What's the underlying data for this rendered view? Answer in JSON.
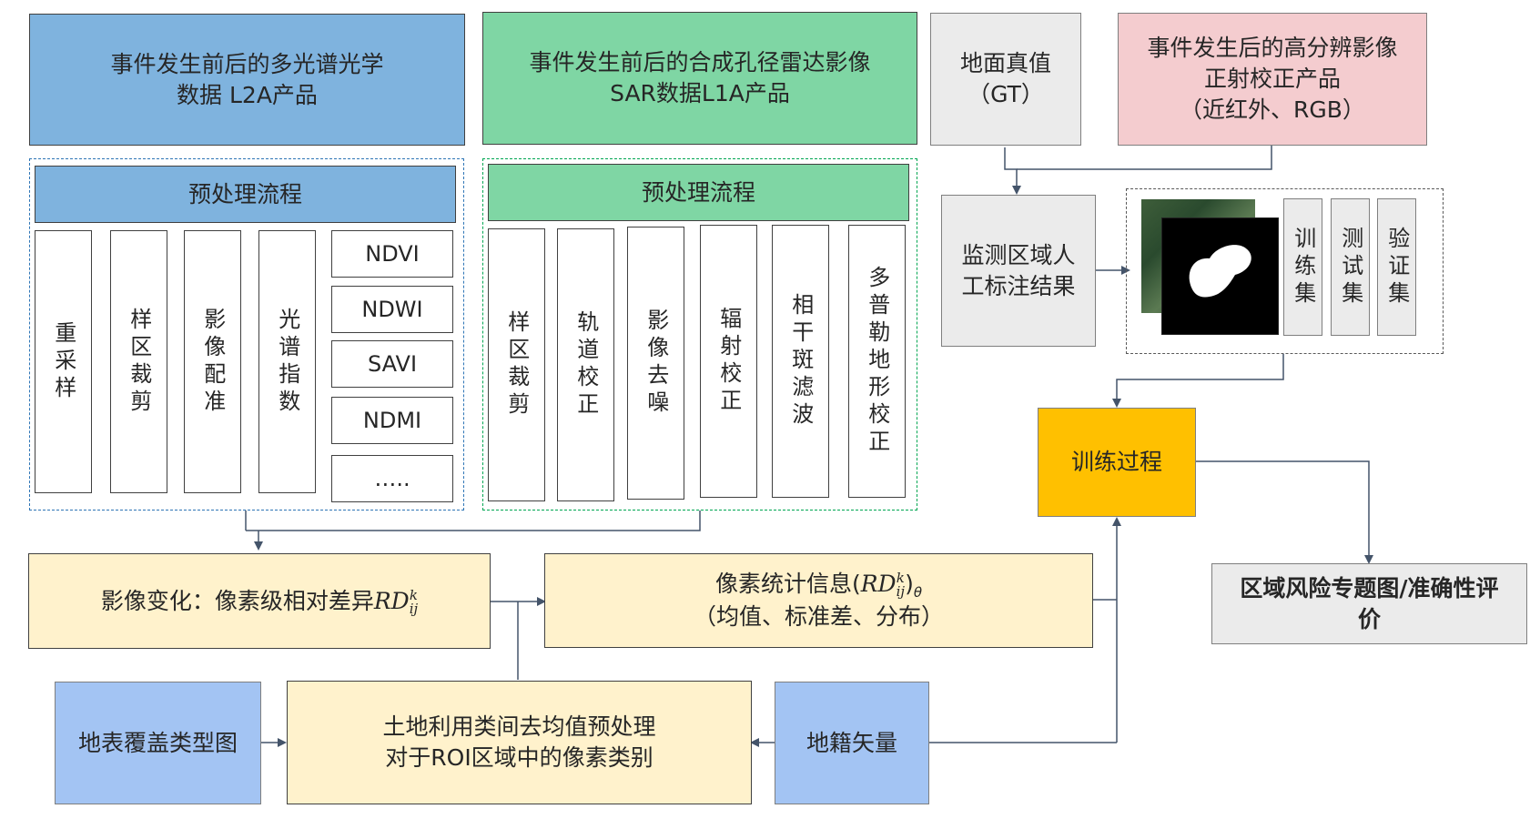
{
  "inputs": {
    "optical": [
      "事件发生前后的多光谱光学",
      "数据 L2A产品"
    ],
    "sar": [
      "事件发生前后的合成孔径雷达影像",
      "SAR数据L1A产品"
    ],
    "gt": [
      "地面真值",
      "（GT）"
    ],
    "hires": [
      "事件发生后的高分辨影像",
      "正射校正产品",
      "（近红外、RGB）"
    ]
  },
  "optical_preprocess": {
    "header": "预处理流程",
    "steps": [
      "重采样",
      "样区裁剪",
      "影像配准",
      "光谱指数"
    ],
    "indices": [
      "NDVI",
      "NDWI",
      "SAVI",
      "NDMI",
      "….."
    ]
  },
  "sar_preprocess": {
    "header": "预处理流程",
    "steps": [
      "样区裁剪",
      "轨道校正",
      "影像去噪",
      "辐射校正",
      "相干斑滤波",
      "多普勒地形校正"
    ]
  },
  "annotation": {
    "label": [
      "监测区域人",
      "工标注结果"
    ],
    "sets": [
      "训练集",
      "测试集",
      "验证集"
    ]
  },
  "training": "训练过程",
  "output": [
    "区域风险专题图/准确性评",
    "价"
  ],
  "change": {
    "prefix": "影像变化：像素级相对差异",
    "symbol": "RD",
    "sup": "k",
    "sub": "ij"
  },
  "stats": {
    "prefix": "像素统计信息(",
    "symbol": "RD",
    "sup": "k",
    "sub": "ij",
    "suffix": ")",
    "suffix_sub": "θ",
    "line2": "（均值、标准差、分布）"
  },
  "landcover": "地表覆盖类型图",
  "demean": [
    "土地利用类间去均值预处理",
    "对于ROI区域中的像素类别"
  ],
  "cadastral": "地籍矢量",
  "colors": {
    "blue": "#7fb3de",
    "green": "#7fd6a4",
    "pink": "#f4cccf",
    "gray": "#ebebeb",
    "cream": "#fff2cc",
    "light_blue": "#a3c4f3",
    "orange": "#ffc000",
    "connector": "#44546a"
  }
}
